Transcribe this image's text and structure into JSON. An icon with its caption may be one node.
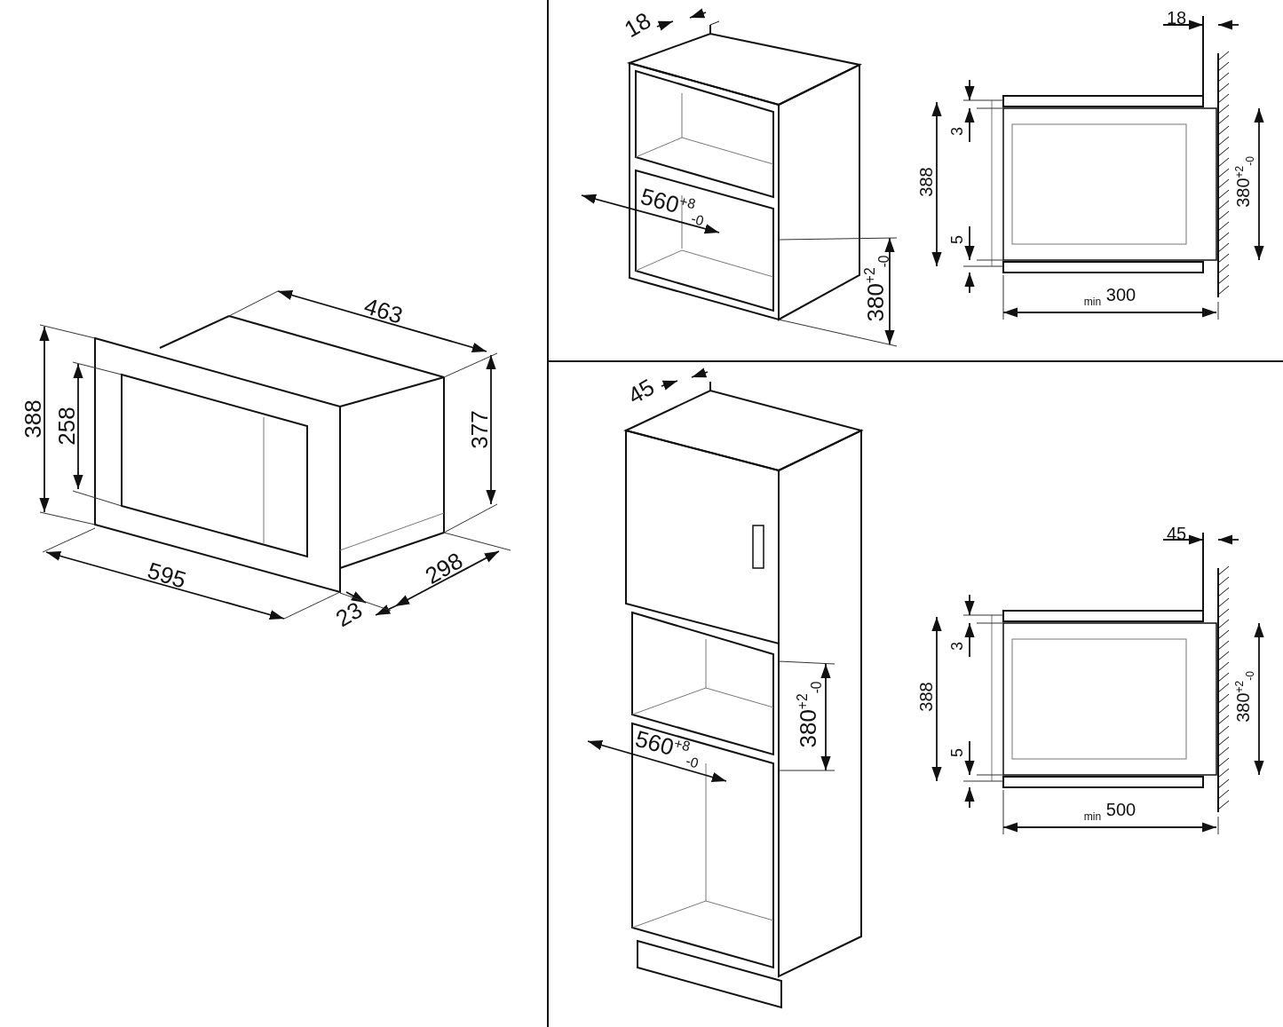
{
  "diagram": {
    "labels": [
      "463",
      "388",
      "258",
      "377",
      "595",
      "298",
      "23",
      "18",
      "560$^{+8}$$_{-0}$",
      "380$^{+2}$$_{-0}$",
      "18",
      "388",
      "3",
      "5",
      "380$^{+2}$$_{-0}$",
      "$_{min}$ 300",
      "45",
      "380$^{+2}$$_{-0}$",
      "560$^{+8}$$_{-0}$",
      "45",
      "388",
      "3",
      "5",
      "380$^{+2}$$_{-0}$",
      "$_{min}$ 500"
    ]
  }
}
